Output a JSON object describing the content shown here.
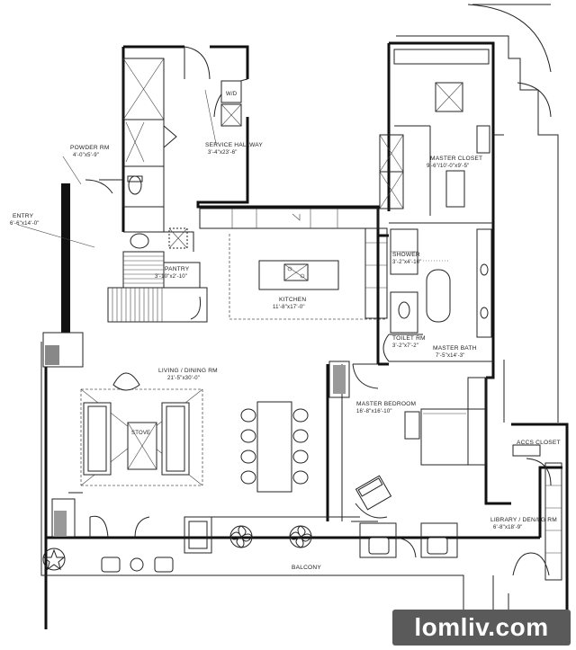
{
  "rooms": {
    "powder_room": {
      "name": "POWDER RM",
      "dims": "4'-0\"x5'-9\""
    },
    "entry": {
      "name": "ENTRY",
      "dims": "6'-6\"x14'-0\""
    },
    "service_hallway": {
      "name": "SERVICE HALLWAY",
      "dims": "3'-4\"x23'-6\""
    },
    "master_closet": {
      "name": "MASTER CLOSET",
      "dims": "9'-6\"/10'-0\"x9'-5\""
    },
    "pantry": {
      "name": "PANTRY",
      "dims": "3'-10\"x2'-10\""
    },
    "kitchen": {
      "name": "KITCHEN",
      "dims": "11'-8\"x17'-0\""
    },
    "shower": {
      "name": "SHOWER",
      "dims": "3'-2\"x4'-10\""
    },
    "toilet_rm": {
      "name": "TOILET RM",
      "dims": "3'-2\"x7'-2\""
    },
    "master_bath": {
      "name": "MASTER BATH",
      "dims": "7'-5\"x14'-3\""
    },
    "living_dining": {
      "name": "LIVING / DINING RM",
      "dims": "21'-5\"x30'-0\""
    },
    "master_bedroom": {
      "name": "MASTER BEDROOM",
      "dims": "16'-8\"x16'-10\""
    },
    "accs_closet": {
      "name": "ACCS CLOSET"
    },
    "library": {
      "name": "LIBRARY / DEN/LG RM",
      "dims": "6'-8\"x18'-9\""
    },
    "balcony": {
      "name": "BALCONY"
    }
  },
  "fixtures": {
    "wd": "W/D",
    "stove": "STOVE"
  },
  "watermark": "lomliv.com"
}
